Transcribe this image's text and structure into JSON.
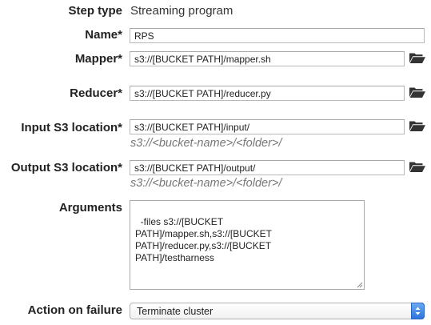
{
  "step_type": {
    "label": "Step type",
    "value": "Streaming program"
  },
  "name": {
    "label": "Name*",
    "value": "RPS"
  },
  "mapper": {
    "label": "Mapper*",
    "value": "s3://[BUCKET PATH]/mapper.sh",
    "icon": "folder-open-icon"
  },
  "reducer": {
    "label": "Reducer*",
    "value": "s3://[BUCKET PATH]/reducer.py",
    "icon": "folder-open-icon"
  },
  "input_s3": {
    "label": "Input S3 location*",
    "value": "s3://[BUCKET PATH]/input/",
    "hint": "s3://<bucket-name>/<folder>/",
    "icon": "folder-open-icon"
  },
  "output_s3": {
    "label": "Output S3 location*",
    "value": "s3://[BUCKET PATH]/output/",
    "hint": "s3://<bucket-name>/<folder>/",
    "icon": "folder-open-icon"
  },
  "arguments": {
    "label": "Arguments",
    "value": "-files s3://[BUCKET\nPATH]/mapper.sh,s3://[BUCKET\nPATH]/reducer.py,s3://[BUCKET\nPATH]/testharness"
  },
  "action_on_failure": {
    "label": "Action on failure",
    "value": "Terminate cluster",
    "accent": "#2d74dc"
  }
}
